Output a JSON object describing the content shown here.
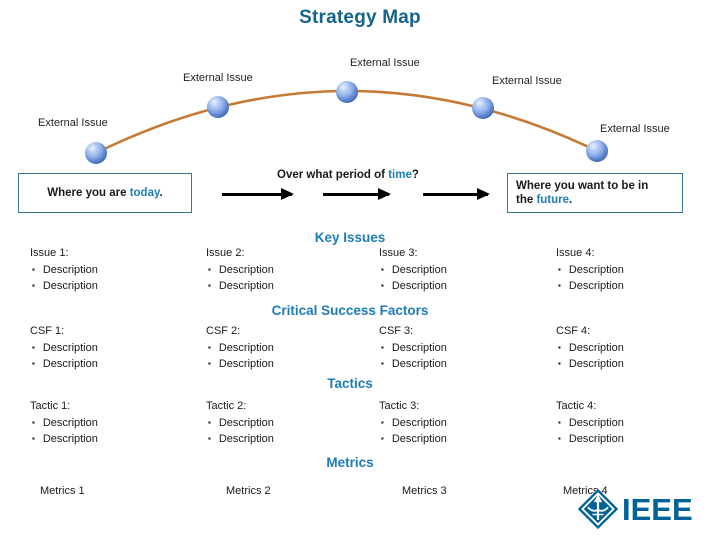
{
  "title": "Strategy Map",
  "colors": {
    "title_blue": "#15648C",
    "heading_blue": "#1E7CB8",
    "arc_orange": "#C67A35",
    "node_blue": "#6F9CE4",
    "box_border": "#38799B",
    "arrow_black": "#000000",
    "ieee_blue": "#00629B"
  },
  "arc": {
    "labels": [
      "External Issue",
      "External Issue",
      "External Issue",
      "External Issue",
      "External Issue"
    ]
  },
  "timeline": {
    "left_box": {
      "prefix": "Where you are ",
      "highlight": "today",
      "suffix": "."
    },
    "question": {
      "prefix": "Over what period of ",
      "highlight": "time",
      "suffix": "?"
    },
    "right_box": {
      "line1": "Where you want to be in",
      "line2_prefix": "the ",
      "highlight": "future",
      "suffix": "."
    }
  },
  "sections": [
    {
      "heading": "Key Issues",
      "columns": [
        {
          "label": "Issue 1:",
          "bullets": [
            "Description",
            "Description"
          ]
        },
        {
          "label": "Issue 2:",
          "bullets": [
            "Description",
            "Description"
          ]
        },
        {
          "label": "Issue 3:",
          "bullets": [
            "Description",
            "Description"
          ]
        },
        {
          "label": "Issue 4:",
          "bullets": [
            "Description",
            "Description"
          ]
        }
      ]
    },
    {
      "heading": "Critical Success Factors",
      "columns": [
        {
          "label": "CSF 1:",
          "bullets": [
            "Description",
            "Description"
          ]
        },
        {
          "label": "CSF 2:",
          "bullets": [
            "Description",
            "Description"
          ]
        },
        {
          "label": "CSF 3:",
          "bullets": [
            "Description",
            "Description"
          ]
        },
        {
          "label": "CSF 4:",
          "bullets": [
            "Description",
            "Description"
          ]
        }
      ]
    },
    {
      "heading": "Tactics",
      "columns": [
        {
          "label": "Tactic 1:",
          "bullets": [
            "Description",
            "Description"
          ]
        },
        {
          "label": "Tactic 2:",
          "bullets": [
            "Description",
            "Description"
          ]
        },
        {
          "label": "Tactic 3:",
          "bullets": [
            "Description",
            "Description"
          ]
        },
        {
          "label": "Tactic 4:",
          "bullets": [
            "Description",
            "Description"
          ]
        }
      ]
    },
    {
      "heading": "Metrics",
      "columns": [
        {
          "label": "Metrics 1",
          "bullets": []
        },
        {
          "label": "Metrics 2",
          "bullets": []
        },
        {
          "label": "Metrics 3",
          "bullets": []
        },
        {
          "label": "Metrics 4",
          "bullets": []
        }
      ]
    }
  ],
  "logo": {
    "text": "IEEE"
  }
}
